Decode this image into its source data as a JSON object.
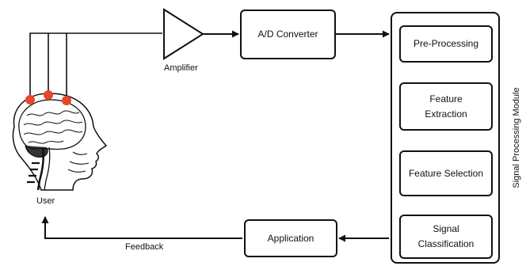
{
  "nodes": {
    "amplifier": "Amplifier",
    "ad_converter": "A/D Converter",
    "pre_processing": "Pre-Processing",
    "feature_extraction": "Feature\nExtraction",
    "feature_selection": "Feature Selection",
    "signal_classification": "Signal\nClassification",
    "application": "Application",
    "user": "User"
  },
  "module_label": "Signal Processing Module",
  "edge_labels": {
    "feedback": "Feedback"
  },
  "colors": {
    "electrode": "#e8472a",
    "stroke": "#111111"
  }
}
